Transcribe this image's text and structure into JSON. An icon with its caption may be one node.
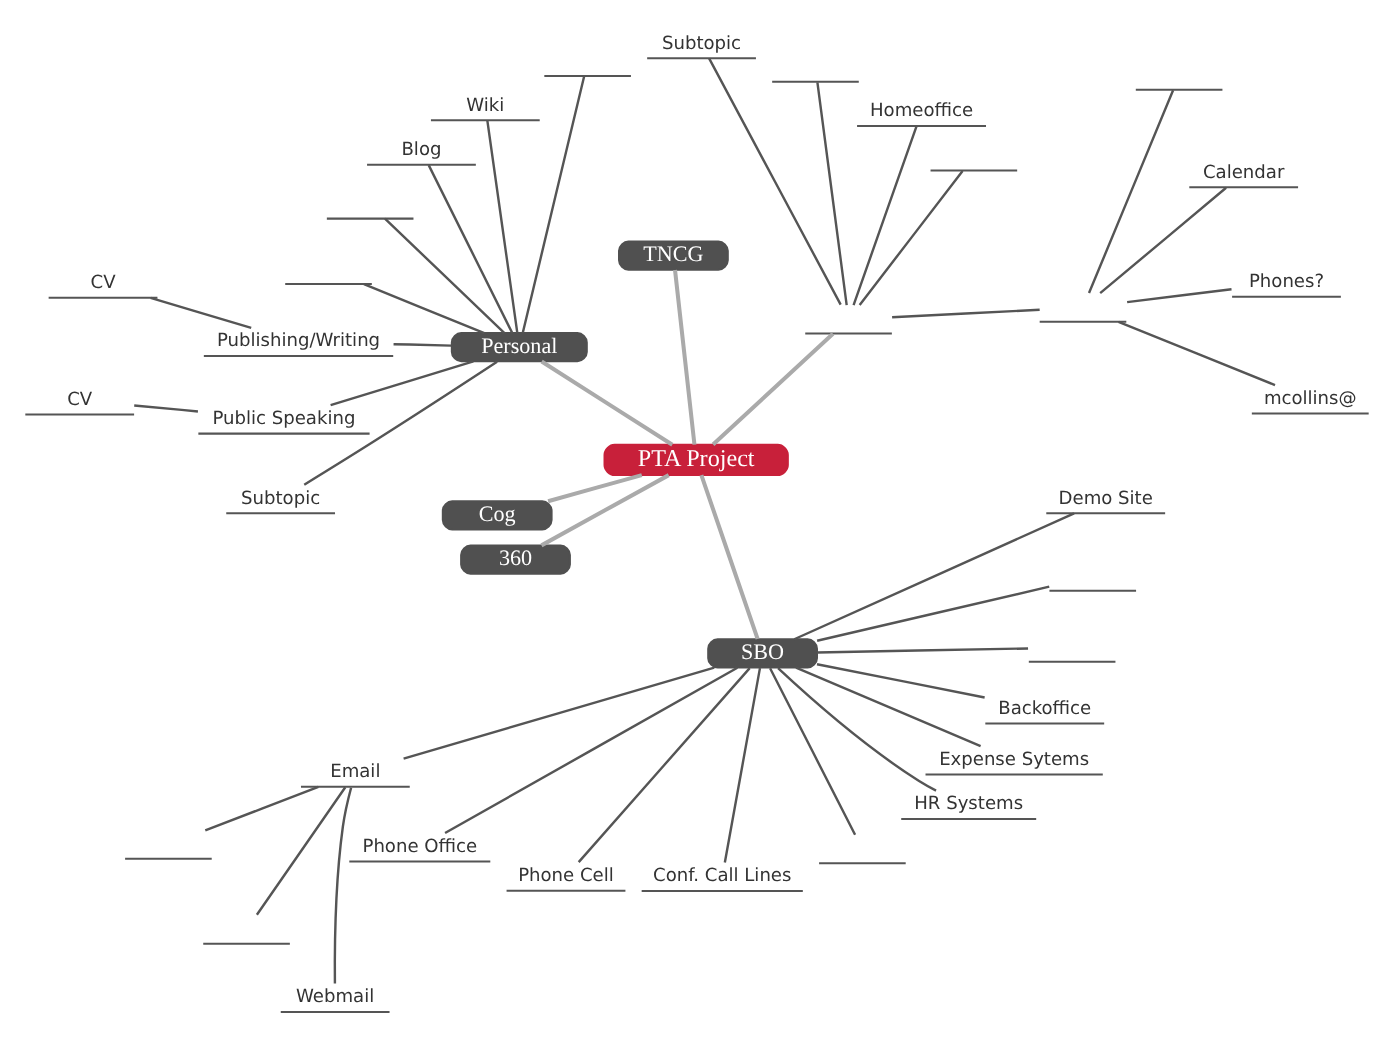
{
  "diagram": {
    "nodes": [
      {
        "text": [
          "PTA Project"
        ]
      },
      {
        "text": [],
        "shape": "underline"
      },
      {
        "text": [],
        "shape": "underline"
      },
      {
        "text": [
          "mcollins@"
        ]
      },
      {
        "text": [
          "Phones?"
        ]
      },
      {
        "text": [
          "Calendar"
        ]
      },
      {
        "text": [],
        "shape": "underline"
      },
      {
        "text": [],
        "shape": "underline"
      },
      {
        "text": [
          "Homeoffice"
        ]
      },
      {
        "text": [],
        "shape": "underline"
      },
      {
        "text": [
          "Subtopic"
        ]
      },
      {
        "text": [
          "TNCG"
        ]
      },
      {
        "text": [
          "Personal"
        ]
      },
      {
        "text": [],
        "shape": "underline"
      },
      {
        "text": [
          "Wiki"
        ]
      },
      {
        "text": [
          "Blog"
        ]
      },
      {
        "text": [],
        "shape": "underline"
      },
      {
        "text": [],
        "shape": "underline"
      },
      {
        "text": [
          "Publishing/Writing"
        ]
      },
      {
        "text": [
          "CV"
        ]
      },
      {
        "text": [
          "Public Speaking"
        ]
      },
      {
        "text": [
          "CV"
        ]
      },
      {
        "text": [
          "Subtopic"
        ]
      },
      {
        "text": [
          "Cog"
        ]
      },
      {
        "text": [
          "360"
        ]
      },
      {
        "text": [
          "SBO"
        ]
      },
      {
        "text": [
          "Email"
        ]
      },
      {
        "text": [],
        "shape": "underline"
      },
      {
        "text": [],
        "shape": "underline"
      },
      {
        "text": [
          "Webmail"
        ]
      },
      {
        "text": [
          "Phone Office"
        ]
      },
      {
        "text": [
          "Phone Cell"
        ]
      },
      {
        "text": [
          "Conf. Call Lines"
        ]
      },
      {
        "text": [],
        "shape": "underline"
      },
      {
        "text": [
          "HR Systems"
        ]
      },
      {
        "text": [
          "Expense Sytems"
        ]
      },
      {
        "text": [
          "Backoffice"
        ]
      },
      {
        "text": [],
        "shape": "underline"
      },
      {
        "text": [],
        "shape": "underline"
      },
      {
        "text": [
          "Demo Site"
        ]
      }
    ],
    "edges": [
      {
        "from": 0,
        "to": 1,
        "arrow": "none",
        "color": "#aaaaaa"
      },
      {
        "from": 1,
        "to": 2,
        "arrow": "none"
      },
      {
        "from": 2,
        "to": 3,
        "arrow": "none"
      },
      {
        "from": 2,
        "to": 4,
        "arrow": "none"
      },
      {
        "from": 2,
        "to": 5,
        "arrow": "none"
      },
      {
        "from": 2,
        "to": 6,
        "arrow": "none"
      },
      {
        "from": 1,
        "to": 7,
        "arrow": "none"
      },
      {
        "from": 1,
        "to": 8,
        "arrow": "none"
      },
      {
        "from": 1,
        "to": 9,
        "arrow": "none"
      },
      {
        "from": 1,
        "to": 10,
        "arrow": "none"
      },
      {
        "from": 0,
        "to": 11,
        "arrow": "none",
        "color": "#aaaaaa"
      },
      {
        "from": 0,
        "to": 12,
        "arrow": "none",
        "color": "#aaaaaa"
      },
      {
        "from": 12,
        "to": 13,
        "arrow": "none"
      },
      {
        "from": 12,
        "to": 14,
        "arrow": "none"
      },
      {
        "from": 12,
        "to": 15,
        "arrow": "none"
      },
      {
        "from": 12,
        "to": 16,
        "arrow": "none"
      },
      {
        "from": 12,
        "to": 17,
        "arrow": "none"
      },
      {
        "from": 12,
        "to": 18,
        "arrow": "none"
      },
      {
        "from": 18,
        "to": 19,
        "arrow": "none"
      },
      {
        "from": 12,
        "to": 20,
        "arrow": "none"
      },
      {
        "from": 20,
        "to": 21,
        "arrow": "none"
      },
      {
        "from": 12,
        "to": 22,
        "arrow": "none"
      },
      {
        "from": 0,
        "to": 23,
        "arrow": "none",
        "color": "#aaaaaa"
      },
      {
        "from": 0,
        "to": 24,
        "arrow": "none",
        "color": "#aaaaaa"
      },
      {
        "from": 0,
        "to": 25,
        "arrow": "none",
        "color": "#aaaaaa"
      },
      {
        "from": 25,
        "to": 26,
        "arrow": "none"
      },
      {
        "from": 26,
        "to": 27,
        "arrow": "none"
      },
      {
        "from": 26,
        "to": 28,
        "arrow": "none"
      },
      {
        "from": 26,
        "to": 29,
        "arrow": "none"
      },
      {
        "from": 25,
        "to": 30,
        "arrow": "none"
      },
      {
        "from": 25,
        "to": 31,
        "arrow": "none"
      },
      {
        "from": 25,
        "to": 32,
        "arrow": "none"
      },
      {
        "from": 25,
        "to": 33,
        "arrow": "none"
      },
      {
        "from": 25,
        "to": 34,
        "arrow": "none"
      },
      {
        "from": 25,
        "to": 35,
        "arrow": "none"
      },
      {
        "from": 25,
        "to": 36,
        "arrow": "none"
      },
      {
        "from": 25,
        "to": 37,
        "arrow": "none"
      },
      {
        "from": 25,
        "to": 38,
        "arrow": "none"
      },
      {
        "from": 25,
        "to": 39,
        "arrow": "none"
      }
    ]
  }
}
